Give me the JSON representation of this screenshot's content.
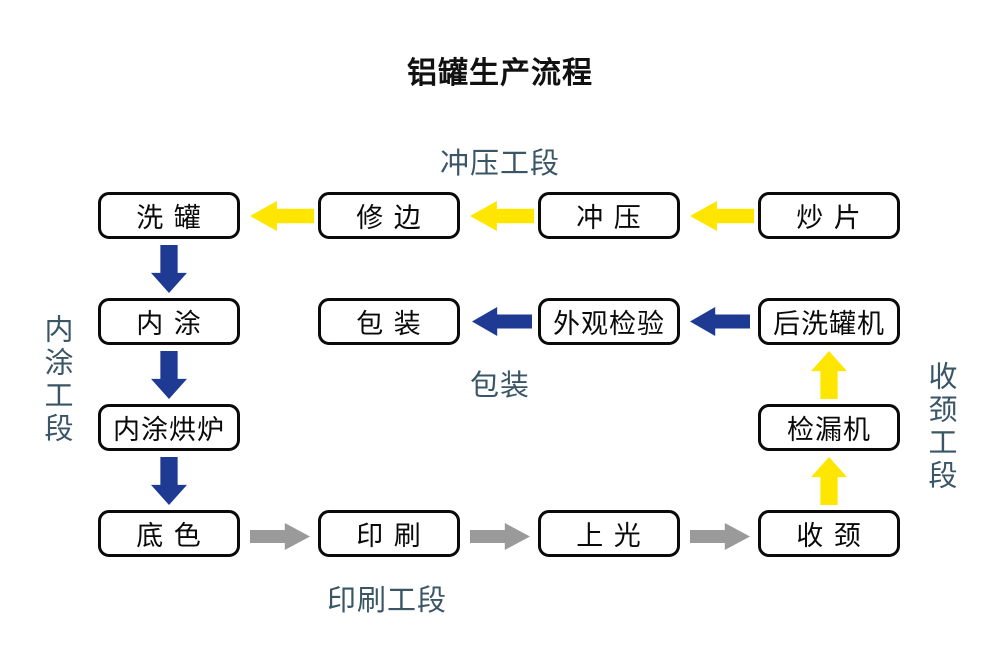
{
  "title": "铝罐生产流程",
  "colors": {
    "yellow_arrow": "#FFE600",
    "blue_arrow": "#1F3A93",
    "gray_arrow": "#9A9A9A",
    "label_text": "#3A5666",
    "box_border": "#0A0A0A",
    "box_fill": "#FFFFFF",
    "title_text": "#111111",
    "background": "#FFFFFF"
  },
  "section_labels": {
    "stamping": "冲压工段",
    "packing": "包装",
    "printing": "印刷工段",
    "inner_coating": "内涂工段",
    "necking": "收颈工段"
  },
  "nodes": {
    "wash_can": "洗 罐",
    "trim": "修 边",
    "stamp": "冲 压",
    "fry_sheet": "炒 片",
    "inner_coat": "内 涂",
    "packaging": "包 装",
    "visual_inspection": "外观检验",
    "post_washer": "后洗罐机",
    "inner_coat_oven": "内涂烘炉",
    "leak_tester": "检漏机",
    "base_color": "底 色",
    "printing": "印 刷",
    "glazing": "上 光",
    "necking": "收 颈"
  },
  "arrows": {
    "top_row_direction": "left",
    "middle_row_direction": "left",
    "bottom_row_direction": "right",
    "left_column_direction": "down",
    "right_column_direction": "up"
  }
}
